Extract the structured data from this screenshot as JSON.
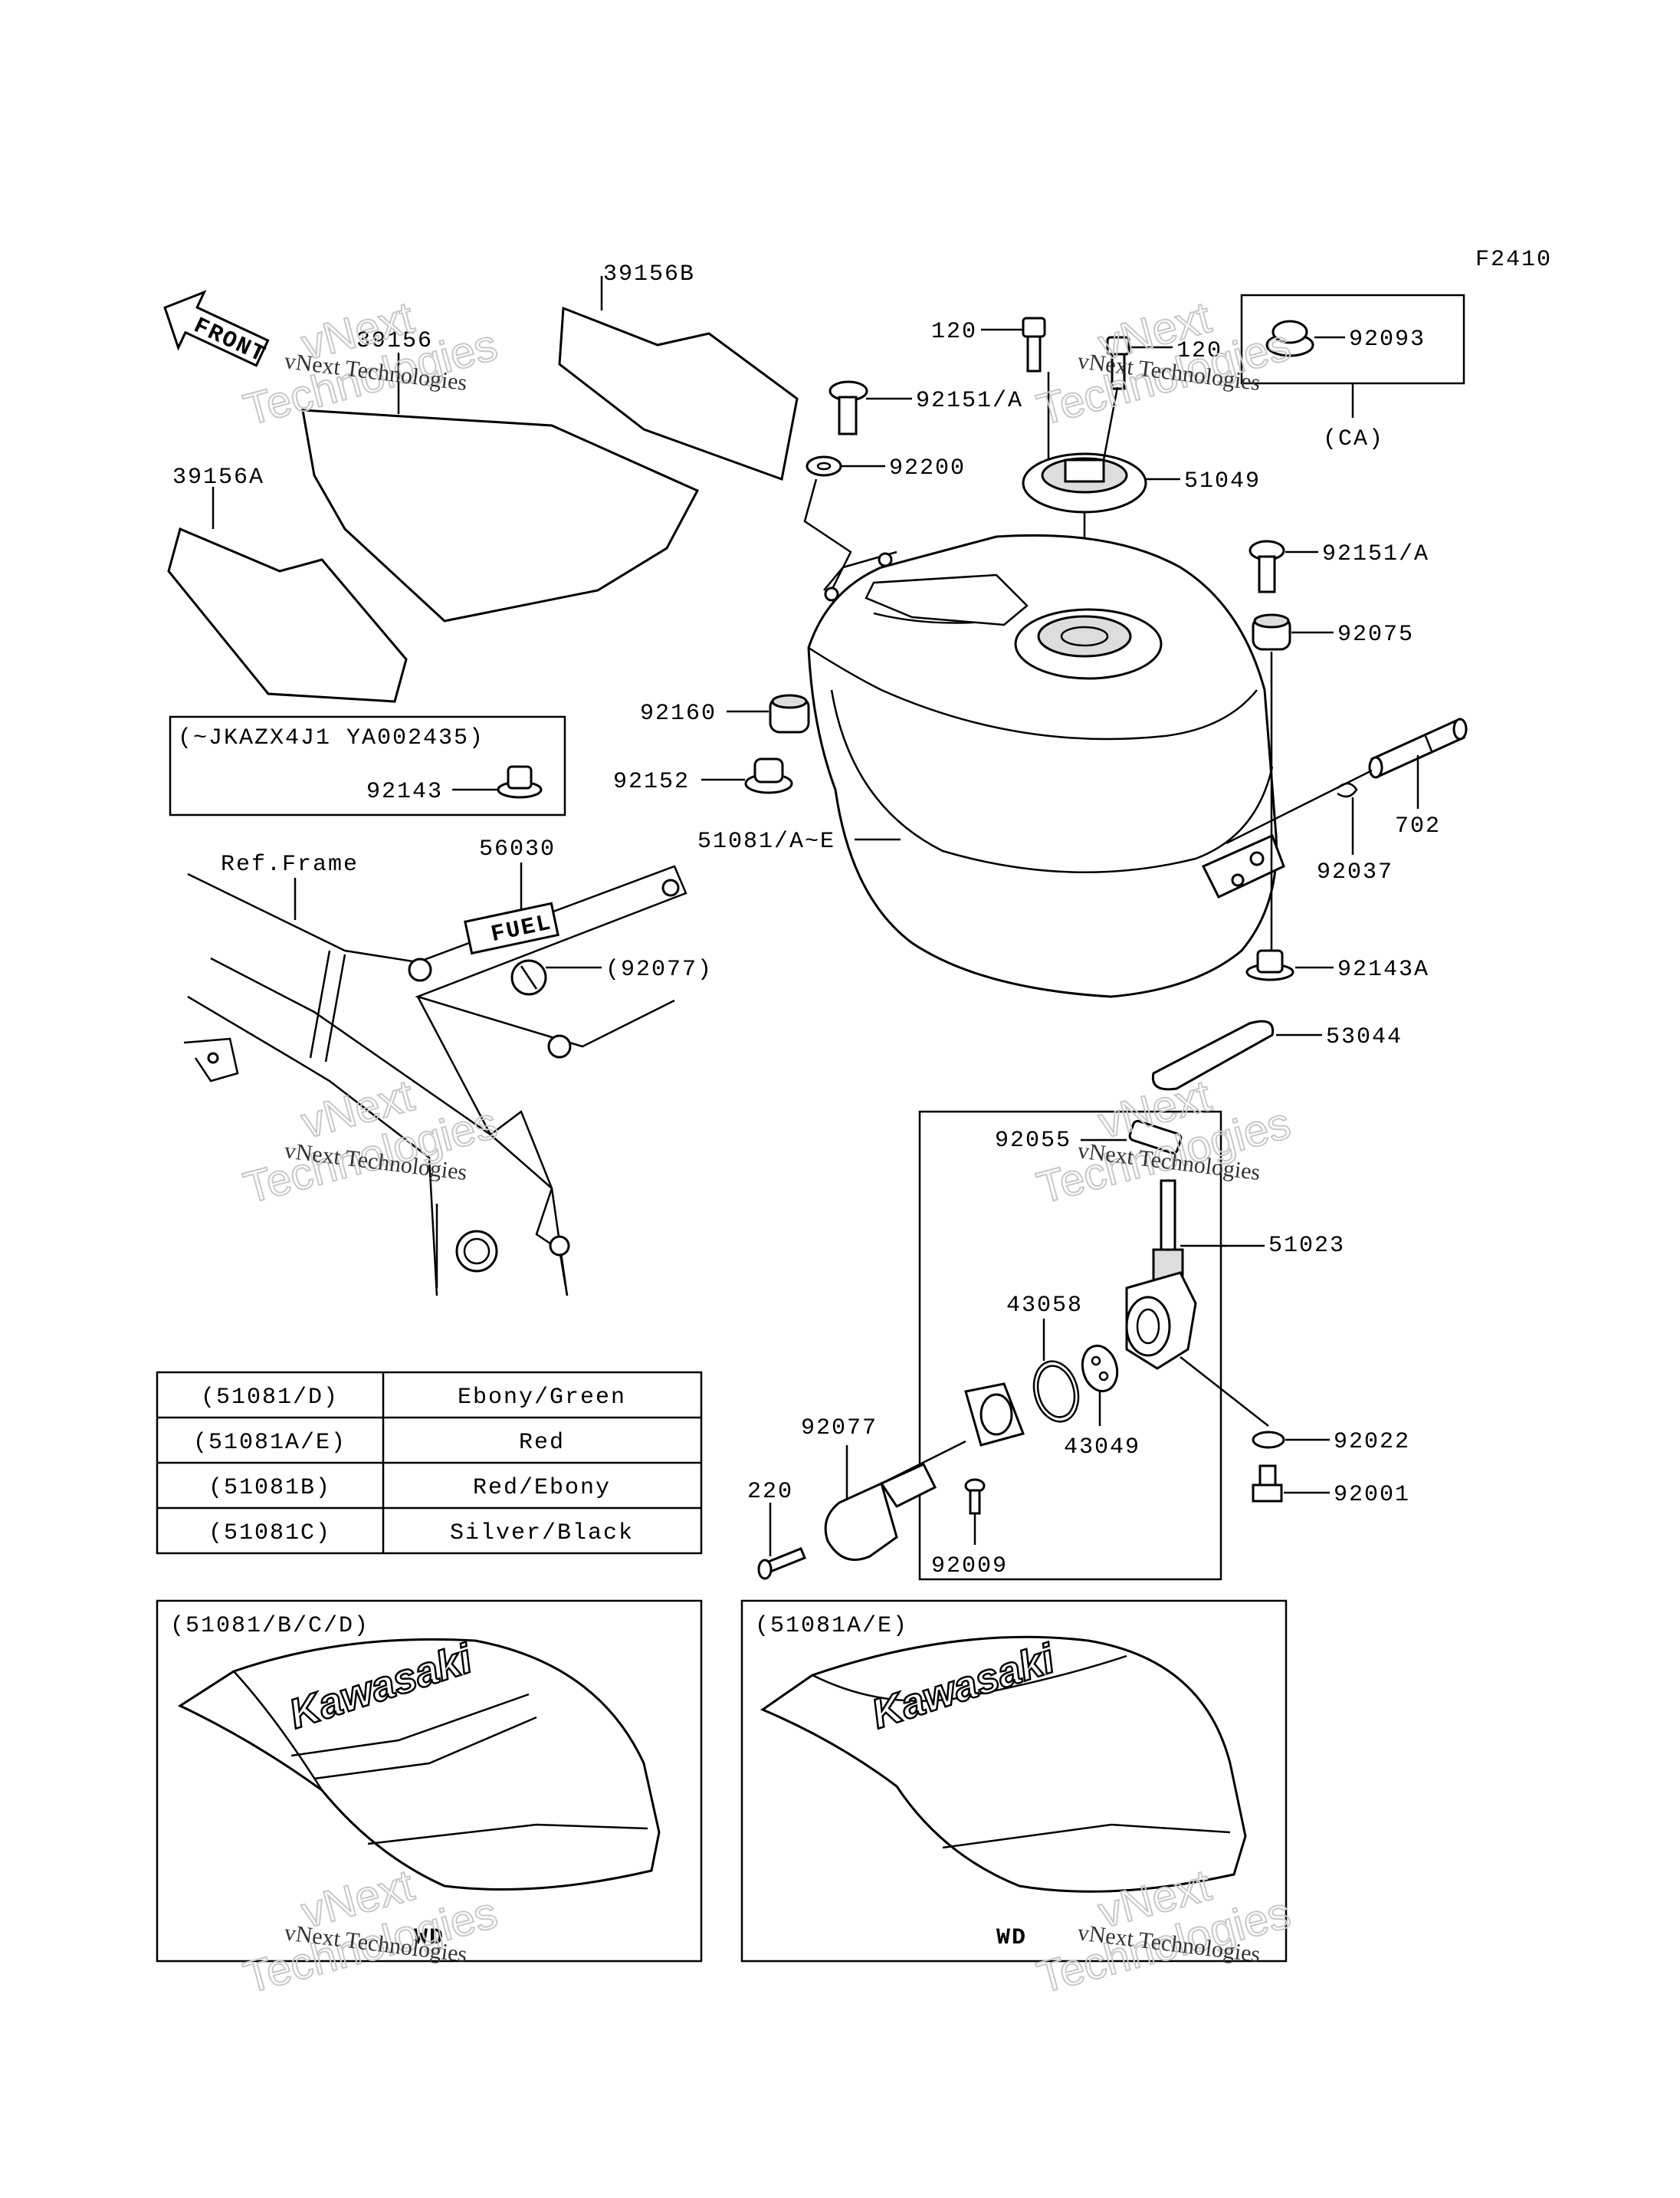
{
  "figure_code": "F2410",
  "front_label": "FRONT",
  "callouts": {
    "p39156B": "39156B",
    "p39156": "39156",
    "p39156A": "39156A",
    "p120_a": "120",
    "p120_b": "120",
    "p92093": "92093",
    "ca": "(CA)",
    "p92151a_1": "92151/A",
    "p92200": "92200",
    "p51049": "51049",
    "p92151a_2": "92151/A",
    "p92075": "92075",
    "p92160": "92160",
    "p92152": "92152",
    "p51081": "51081/A~E",
    "p702": "702",
    "p92037": "92037",
    "p92143a": "92143A",
    "p53044": "53044",
    "p92055": "92055",
    "p51023": "51023",
    "p43058": "43058",
    "p43049": "43049",
    "p92022": "92022",
    "p92001": "92001",
    "p92077": "92077",
    "p220": "220",
    "p92009": "92009",
    "p56030": "56030",
    "p92077_ref": "(92077)",
    "ref_frame": "Ref.Frame",
    "serial_note": "(~JKAZX4J1 YA002435)",
    "p92143": "92143"
  },
  "color_table": [
    {
      "code": "(51081/D)",
      "color": "Ebony/Green"
    },
    {
      "code": "(51081A/E)",
      "color": "Red"
    },
    {
      "code": "(51081B)",
      "color": "Red/Ebony"
    },
    {
      "code": "(51081C)",
      "color": "Silver/Black"
    }
  ],
  "decal_left": {
    "title": "(51081/B/C/D)",
    "caption": "WD",
    "brand": "Kawasaki"
  },
  "decal_right": {
    "title": "(51081A/E)",
    "caption": "WD",
    "brand": "Kawasaki"
  },
  "fuel_badge": "FUEL",
  "watermark": {
    "line1": "vNext Technologies",
    "line2": "vNext",
    "line3": "Technologies"
  }
}
